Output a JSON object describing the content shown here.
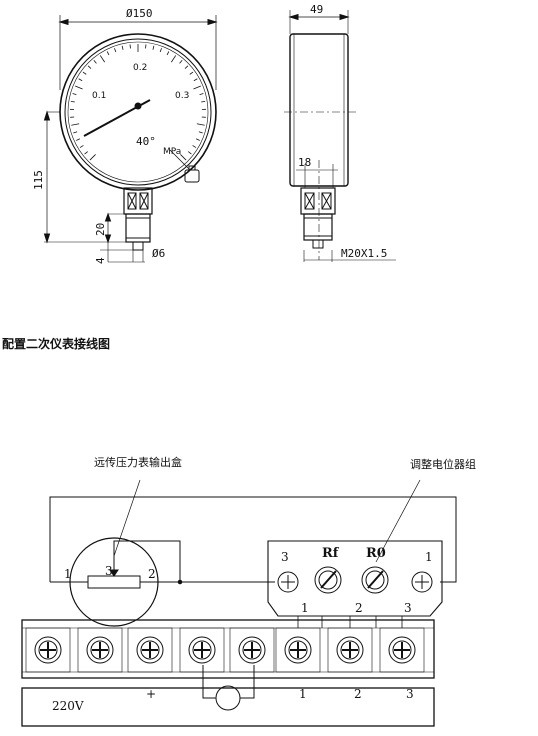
{
  "front_view": {
    "diameter_label": "Ø150",
    "height_label": "115",
    "thread_length_label": "20",
    "base_label": "4",
    "hole_label": "Ø6",
    "scale_labels": [
      "0.1",
      "0.2",
      "0.3"
    ],
    "temp_label": "40°",
    "unit_label": "MPa"
  },
  "side_view": {
    "width_label": "49",
    "width2_label": "18",
    "thread_label": "M20X1.5"
  },
  "section_title": "配置二次仪表接线图",
  "wiring": {
    "transmitter_label": "远传压力表输出盒",
    "pot_group_label": "调整电位器组",
    "pot_terminals": {
      "left": "3",
      "rf": "Rf",
      "r0": "R0",
      "right": "1"
    },
    "pot_bottom_numbers": [
      "1",
      "2",
      "3"
    ],
    "circle_numbers": {
      "left": "1",
      "mid": "3",
      "right": "2"
    },
    "supply_label": "220V",
    "supply_plus": "+",
    "supply_numbers": [
      "1",
      "2",
      "3"
    ]
  }
}
